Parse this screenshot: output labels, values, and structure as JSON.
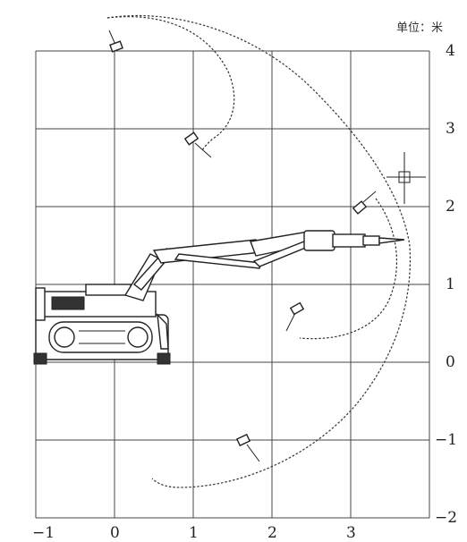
{
  "unit_label": "单位：米",
  "x_ticks": [
    "−1",
    "0",
    "1",
    "2",
    "3"
  ],
  "y_ticks": [
    "4",
    "3",
    "2",
    "1",
    "0",
    "−1",
    "−2"
  ],
  "x_values": [
    -1,
    0,
    1,
    2,
    3
  ],
  "y_values": [
    4,
    3,
    2,
    1,
    0,
    -1,
    -2
  ]
}
